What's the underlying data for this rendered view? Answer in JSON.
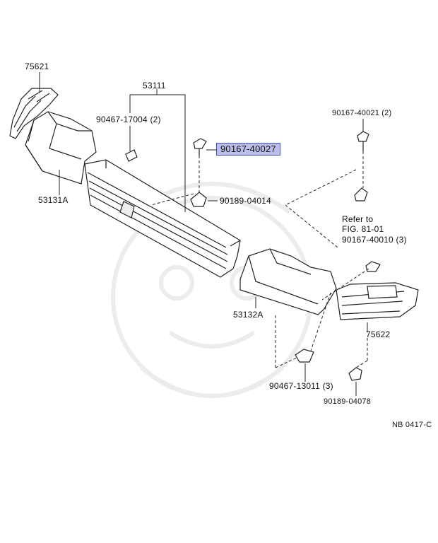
{
  "diagram": {
    "figure_code": "NB 0417-C",
    "labels": {
      "p75621": "75621",
      "p53111": "53111",
      "p90467_17004": "90467-17004 (2)",
      "p90167_40027": "90167-40027",
      "p90167_40021": "90167-40021 (2)",
      "p53131a": "53131A",
      "p90189_04014": "90189-04014",
      "refer_line1": "Refer to",
      "refer_line2": "FIG. 81-01",
      "p90167_40010": "90167-40010 (3)",
      "p53132a": "53132A",
      "p75622": "75622",
      "p90467_13011": "90467-13011 (3)",
      "p90189_04078": "90189-04078"
    },
    "highlight_color": "#b9bfe8",
    "highlight_border": "#4a55a8",
    "line_color": "#222222",
    "watermark_color": "#ececec"
  }
}
